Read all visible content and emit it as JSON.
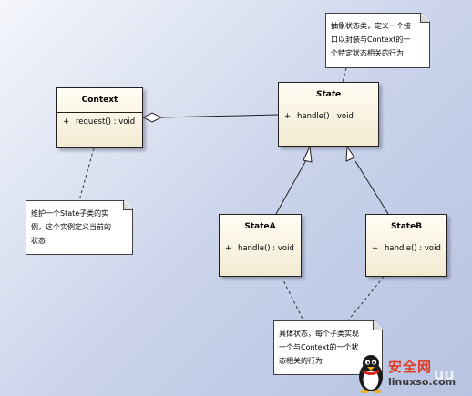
{
  "diagram": {
    "classes": {
      "context": {
        "name": "Context",
        "operation": {
          "visibility": "+",
          "signature": "request() : void"
        }
      },
      "state": {
        "name": "State",
        "abstract": true,
        "operation": {
          "visibility": "+",
          "signature": "handle() : void"
        }
      },
      "state_a": {
        "name": "StateA",
        "operation": {
          "visibility": "+",
          "signature": "handle() : void"
        }
      },
      "state_b": {
        "name": "StateB",
        "operation": {
          "visibility": "+",
          "signature": "handle() : void"
        }
      }
    },
    "notes": {
      "state_note": [
        "抽象状态类，定义一个接",
        "口以封装与Context的一",
        "个特定状态相关的行为"
      ],
      "context_note": [
        "维护一个State子类的实",
        "例，这个实例定义当前的",
        "状态"
      ],
      "concrete_note": [
        "具体状态，每个子类实现",
        "一个与Context的一个状",
        "态相关的行为"
      ]
    },
    "relationships": [
      {
        "type": "aggregation",
        "from": "Context",
        "to": "State"
      },
      {
        "type": "generalization",
        "from": "StateA",
        "to": "State"
      },
      {
        "type": "generalization",
        "from": "StateB",
        "to": "State"
      }
    ]
  },
  "watermark": {
    "text_cn": "安全网",
    "url": "linuxso.com",
    "ghost": "uu"
  }
}
